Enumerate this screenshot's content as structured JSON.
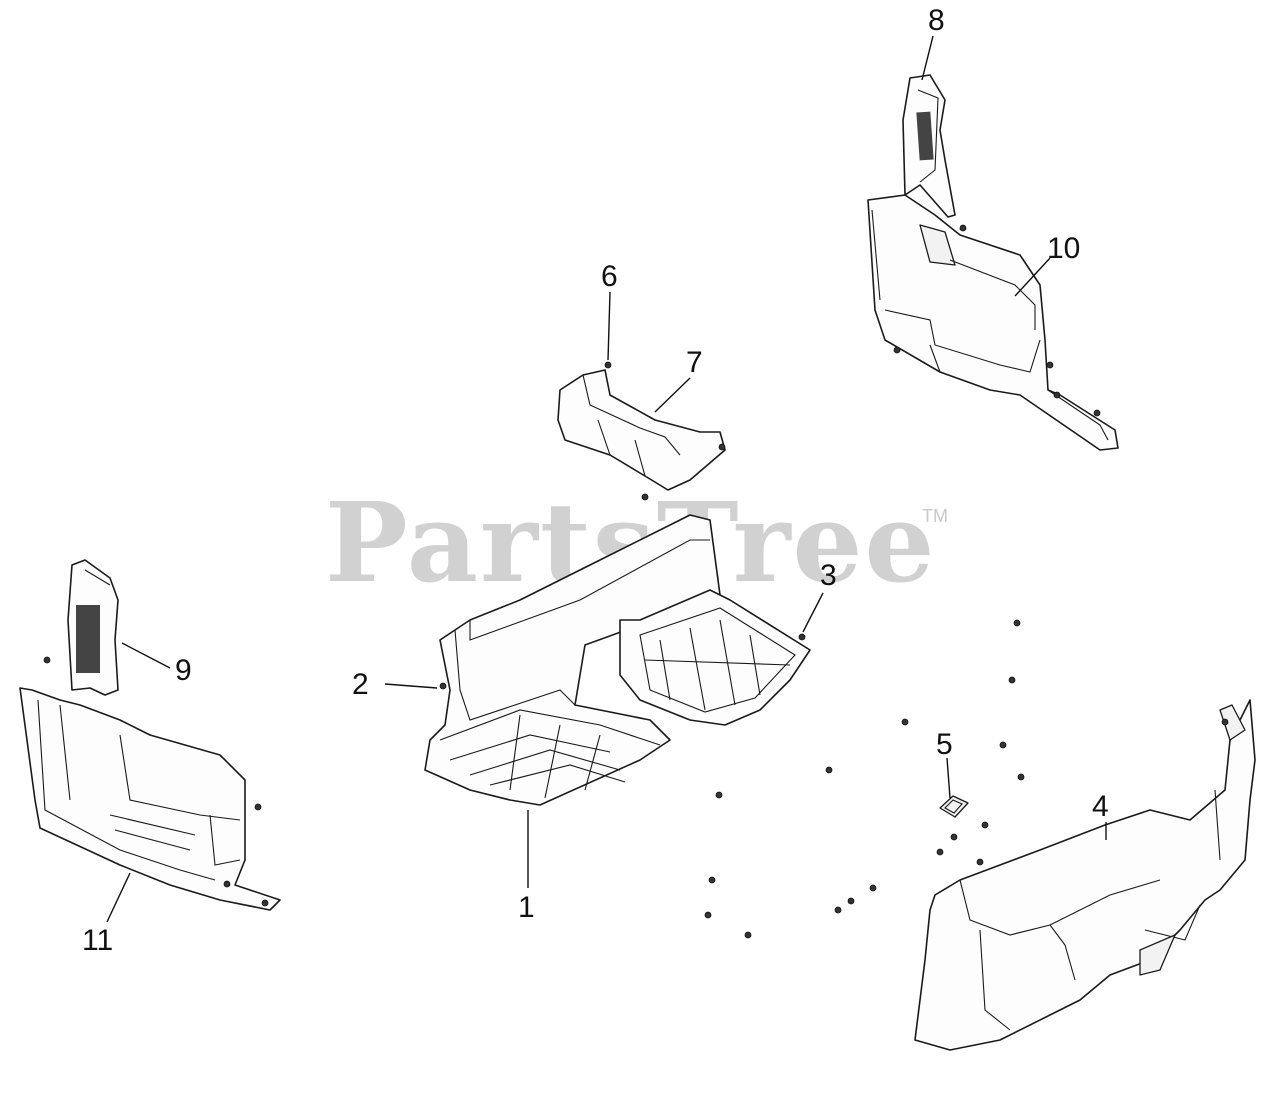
{
  "watermark": {
    "text": "PartsTree",
    "trademark": "TM"
  },
  "callouts": [
    {
      "id": "1",
      "label": "1"
    },
    {
      "id": "2",
      "label": "2"
    },
    {
      "id": "3",
      "label": "3"
    },
    {
      "id": "4",
      "label": "4"
    },
    {
      "id": "5",
      "label": "5"
    },
    {
      "id": "6",
      "label": "6"
    },
    {
      "id": "7",
      "label": "7"
    },
    {
      "id": "8",
      "label": "8"
    },
    {
      "id": "9",
      "label": "9"
    },
    {
      "id": "10",
      "label": "10"
    },
    {
      "id": "11",
      "label": "11"
    }
  ],
  "colors": {
    "line": "#1a1a1a",
    "watermark": "#c9c9c9",
    "background": "#ffffff"
  }
}
